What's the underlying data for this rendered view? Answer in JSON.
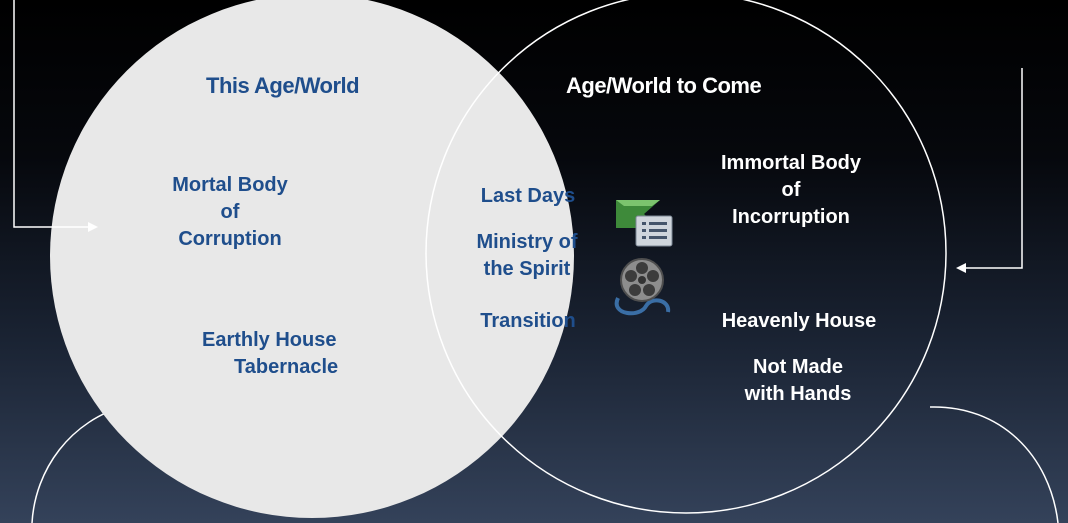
{
  "left_circle": {
    "title": "This Age/World",
    "text_1": [
      "Mortal Body",
      "of",
      "Corruption"
    ],
    "text_2": [
      "Earthly House",
      "Tabernacle"
    ]
  },
  "overlap": {
    "items": [
      "Last Days",
      "Ministry of",
      "the Spirit",
      "Transition"
    ]
  },
  "right_circle": {
    "title": "Age/World to Come",
    "text_1": [
      "Immortal Body",
      "of",
      "Incorruption"
    ],
    "text_2": "Heavenly House",
    "text_3": [
      "Not Made",
      "with Hands"
    ]
  },
  "icons": [
    "slide-list-icon",
    "film-reel-icon"
  ],
  "colors": {
    "left_circle_fill": "#e8e8e8",
    "left_text": "#1f4e8c",
    "right_text": "#ffffff",
    "lines": "#ffffff"
  }
}
